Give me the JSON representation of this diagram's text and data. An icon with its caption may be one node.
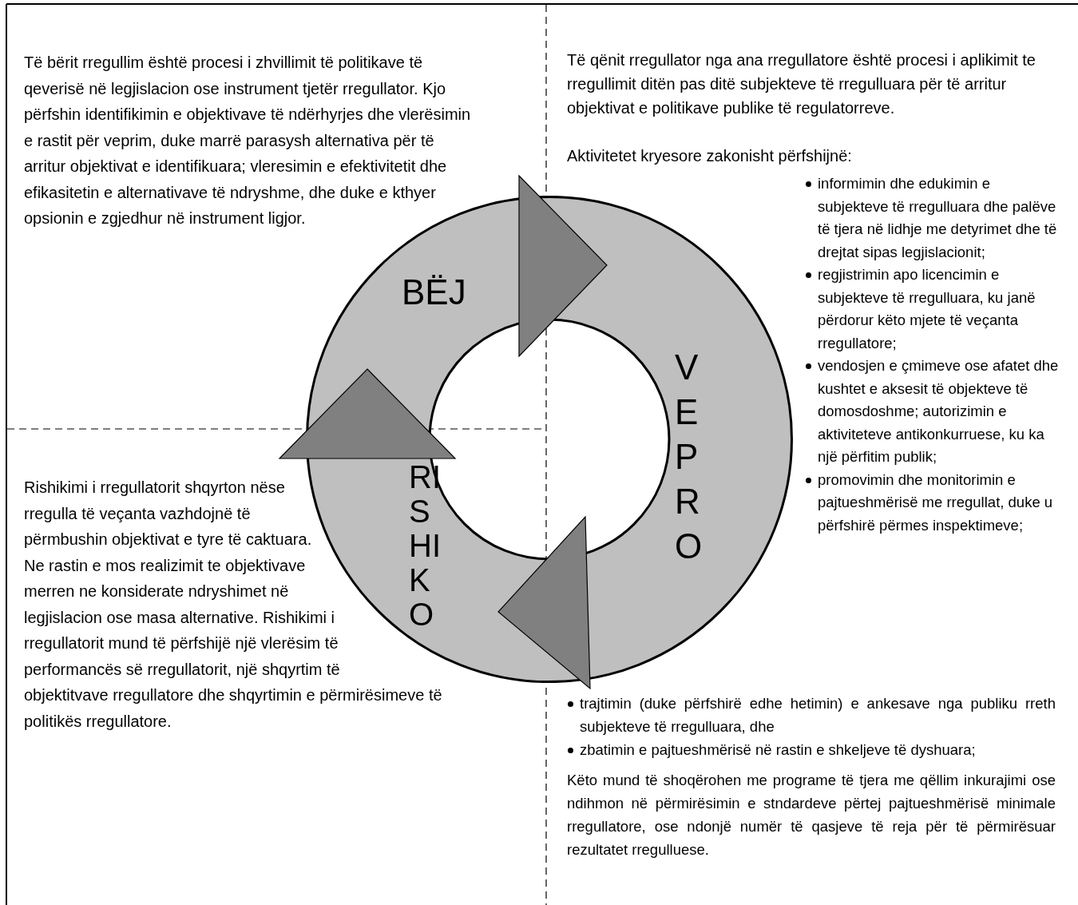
{
  "diagram": {
    "nodes": [
      {
        "text": [
          "BËJ",
          "VEPRO",
          "RISHIKO"
        ]
      }
    ],
    "labels": [
      "Të bërit rregullim është procesi i zhvillimit të politikave të qeverisë në legjislacion ose instrument tjetër rregullator. Kjo përfshin identifikimin e objektivave të ndërhyrjes dhe vlerësimin e rastit për veprim, duke marrë parasysh alternativa për të arritur objektivat e identifikuara; vleresimin e efektivitetit dhe efikasitetin e alternativave të ndryshme, dhe duke e kthyer opsionin e zgjedhur në instrument ligjor.",
      "Të qënit rregullator nga ana rregullatore është procesi i aplikimit te rregullimit ditën pas ditë subjekteve të rregulluara për të arritur objektivat e politikave publike të regulatorreve.",
      "Aktivitetet kryesore zakonisht përfshijnë:",
      "informimin dhe edukimin e subjekteve të rregulluara dhe palëve të tjera në lidhje me detyrimet dhe të drejtat sipas legjislacionit;",
      "regjistrimin apo licencimin e subjekteve të rregulluara, ku janë përdorur këto mjete të veçanta rregullatore;",
      "vendosjen e çmimeve ose afatet dhe kushtet e aksesit të objekteve të domosdoshme; autorizimin e aktiviteteve antikonkurruese, ku ka një përfitim publik;",
      "promovimin dhe monitorimin e pajtueshmërisë me rregullat, duke u përfshirë përmes inspektimeve;",
      "Rishikimi i rregullatorit shqyrton nëse rregulla të veçanta vazhdojnë të përmbushin objektivat e tyre të caktuara. Ne rastin e mos realizimit te objektivave merren ne konsiderate ndryshimet në legjislacion ose masa alternative. Rishikimi i rregullatorit mund të përfshijë një vlerësim të performancës së rregullatorit, një shqyrtim të objektitvave rregullatore dhe shqyrtimin e përmirësimeve të politikës rregullatore.",
      "trajtimin (duke përfshirë edhe hetimin) e ankesave nga publiku rreth subjekteve të rregulluara, dhe",
      "zbatimin e pajtueshmërisë në rastin e shkeljeve të dyshuara;",
      "Këto mund të shoqërohen me programe të tjera me qëllim inkurajimi ose ndihmon në përmirësimin e stndardeve përtej pajtueshmërisë minimale rregullatore, ose ndonjë numër të qasjeve të reja për të përmirësuar rezultatet rregulluese."
    ]
  }
}
